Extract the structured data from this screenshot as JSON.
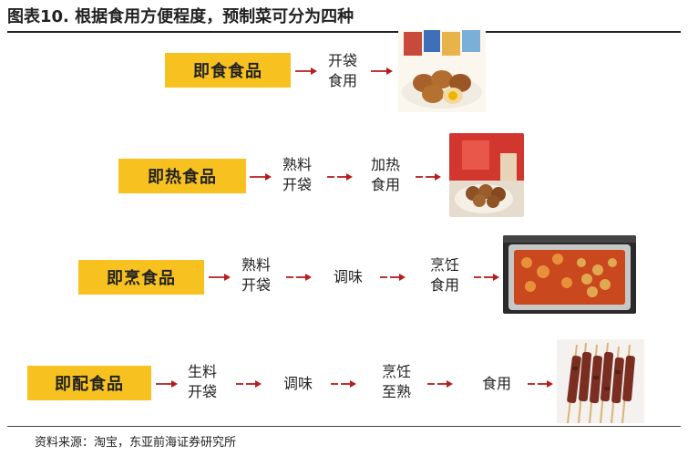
{
  "figure": {
    "title": "图表10. 根据食用方便程度，预制菜可分为四种",
    "source": "资料来源：淘宝，东亚前海证券研究所"
  },
  "rows": [
    {
      "category": "即食食品",
      "steps": [
        "开袋\n食用"
      ],
      "image": "braised-eggs-photo"
    },
    {
      "category": "即热食品",
      "steps": [
        "熟料\n开袋",
        "加热\n食用"
      ],
      "image": "braised-meatballs-photo"
    },
    {
      "category": "即烹食品",
      "steps": [
        "熟料\n开袋",
        "调味",
        "烹饪\n食用"
      ],
      "image": "spicy-hotpot-tray-photo"
    },
    {
      "category": "即配食品",
      "steps": [
        "生料\n开袋",
        "调味",
        "烹饪\n至熟",
        "食用"
      ],
      "image": "lamb-skewers-photo"
    }
  ],
  "colors": {
    "category_box": "#f7c21f",
    "arrow": "#b81c1c",
    "rule": "#222222"
  }
}
